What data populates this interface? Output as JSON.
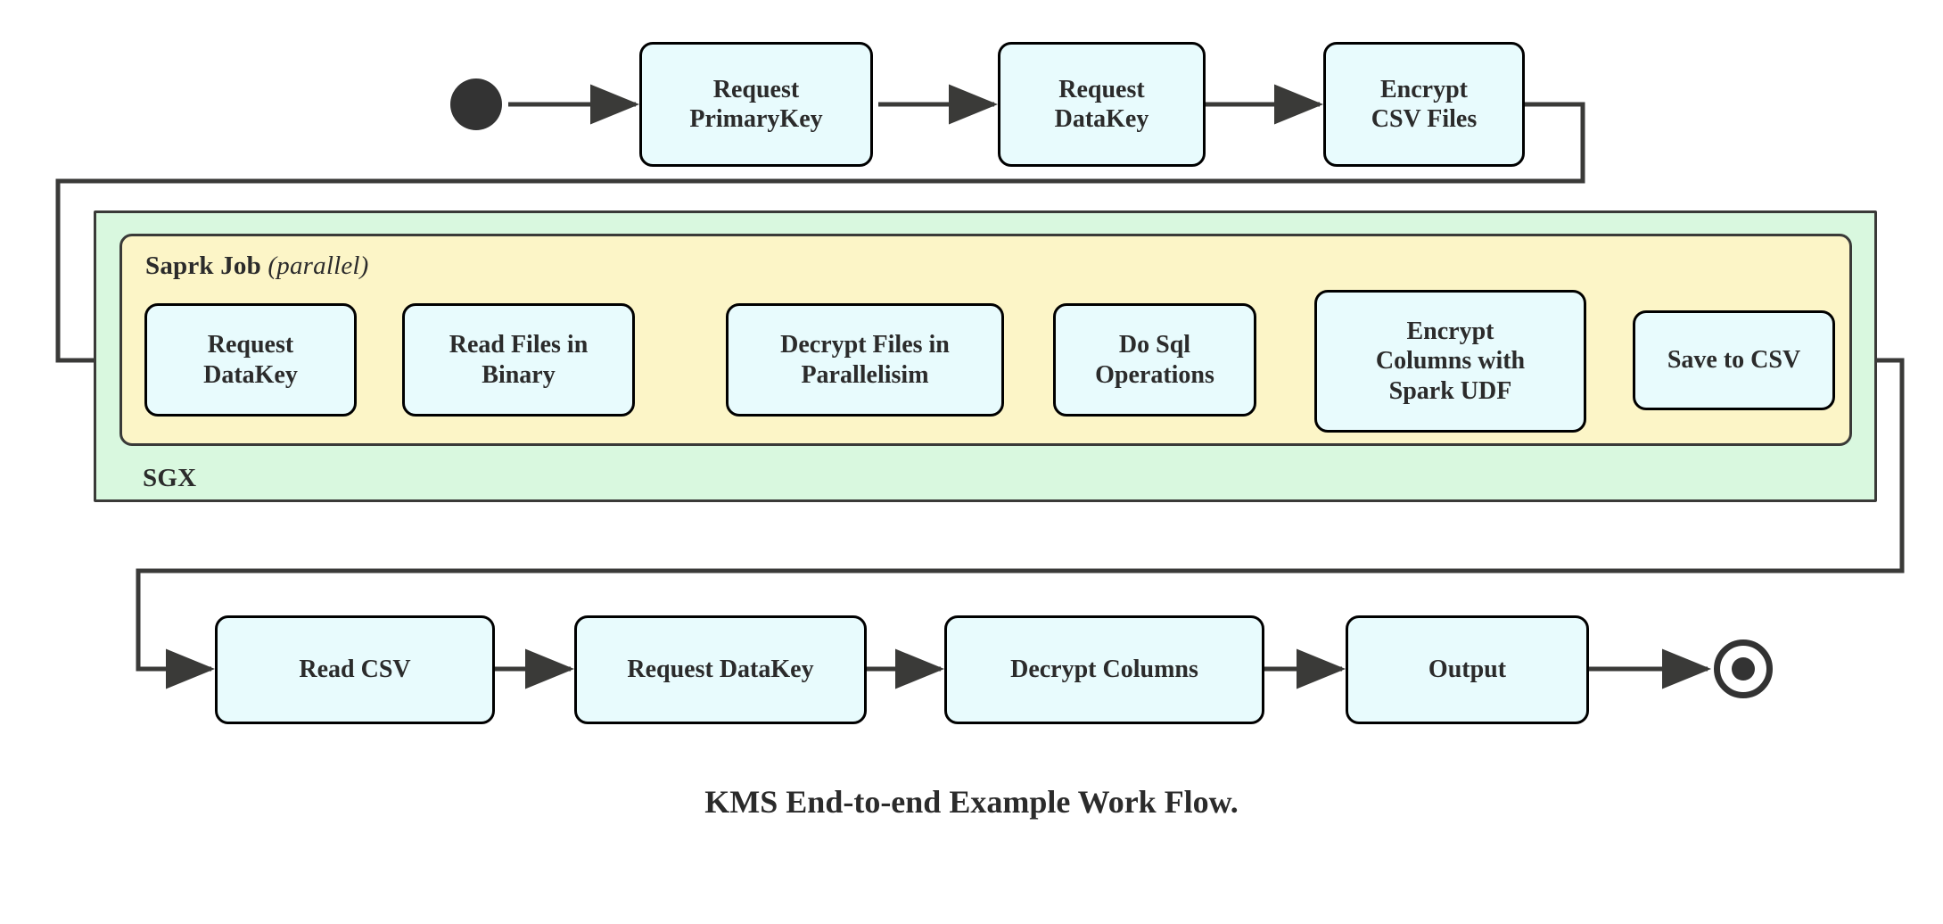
{
  "diagram": {
    "caption": "KMS End-to-end Example Work Flow.",
    "colors": {
      "node_fill": "#e8fbfd",
      "node_stroke": "#000000",
      "sgx_fill": "#d9f8df",
      "spark_fill": "#fcf5c7",
      "group_stroke": "#3a3a38",
      "connector": "#3a3a38",
      "marker": "#333333",
      "text": "#2b2b2b",
      "background": "#ffffff"
    },
    "groups": [
      {
        "id": "sgx",
        "label": "SGX",
        "label_suffix": ""
      },
      {
        "id": "spark",
        "label": "Saprk Job",
        "label_suffix": "(parallel)"
      }
    ],
    "markers": {
      "start": "start-state-filled-circle",
      "end": "end-state-bullseye-circle"
    },
    "top_row": [
      {
        "id": "request-primarykey",
        "label": "Request\nPrimaryKey"
      },
      {
        "id": "request-datakey-top",
        "label": "Request\nDataKey"
      },
      {
        "id": "encrypt-csv-files",
        "label": "Encrypt\nCSV Files"
      }
    ],
    "spark_row": [
      {
        "id": "request-datakey-spark",
        "label": "Request\nDataKey"
      },
      {
        "id": "read-files-in-binary",
        "label": "Read Files in\nBinary"
      },
      {
        "id": "decrypt-files-in-parallel",
        "label": "Decrypt Files in\nParallelisim"
      },
      {
        "id": "do-sql-operations",
        "label": "Do Sql\nOperations"
      },
      {
        "id": "encrypt-columns-udf",
        "label": "Encrypt\nColumns with\nSpark UDF"
      },
      {
        "id": "save-to-csv",
        "label": "Save to CSV"
      }
    ],
    "bottom_row": [
      {
        "id": "read-csv",
        "label": "Read CSV"
      },
      {
        "id": "request-datakey-out",
        "label": "Request DataKey"
      },
      {
        "id": "decrypt-columns",
        "label": "Decrypt Columns"
      },
      {
        "id": "output",
        "label": "Output"
      }
    ]
  }
}
